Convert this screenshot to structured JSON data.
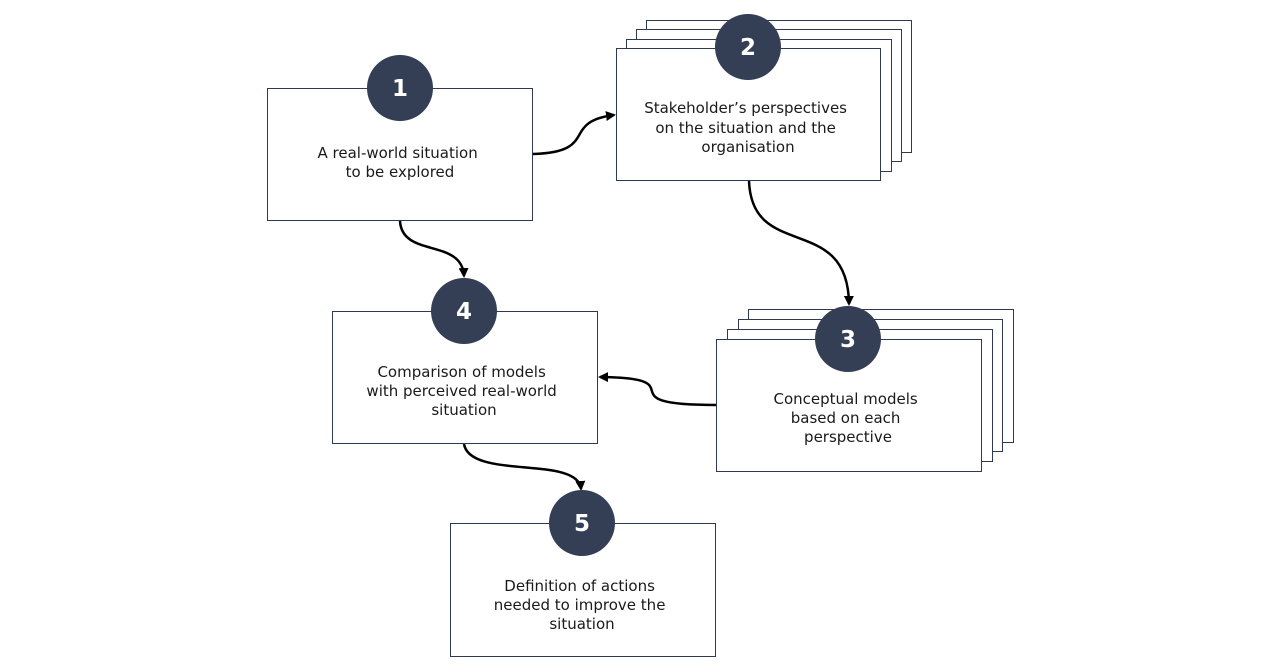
{
  "colors": {
    "badge": "#343f55",
    "border": "#2e3a52",
    "arrow": "#000000",
    "text": "#1a1a1a"
  },
  "steps": [
    {
      "number": "1",
      "lines": [
        "A real-world situation",
        "to be explored"
      ]
    },
    {
      "number": "2",
      "lines": [
        "Stakeholder’s perspectives",
        "on the situation and the",
        "organisation"
      ]
    },
    {
      "number": "3",
      "lines": [
        "Conceptual models",
        "based on each",
        "perspective"
      ]
    },
    {
      "number": "4",
      "lines": [
        "Comparison of models",
        "with perceived real-world",
        "situation"
      ]
    },
    {
      "number": "5",
      "lines": [
        "Definition of actions",
        "needed to improve the",
        "situation"
      ]
    }
  ]
}
